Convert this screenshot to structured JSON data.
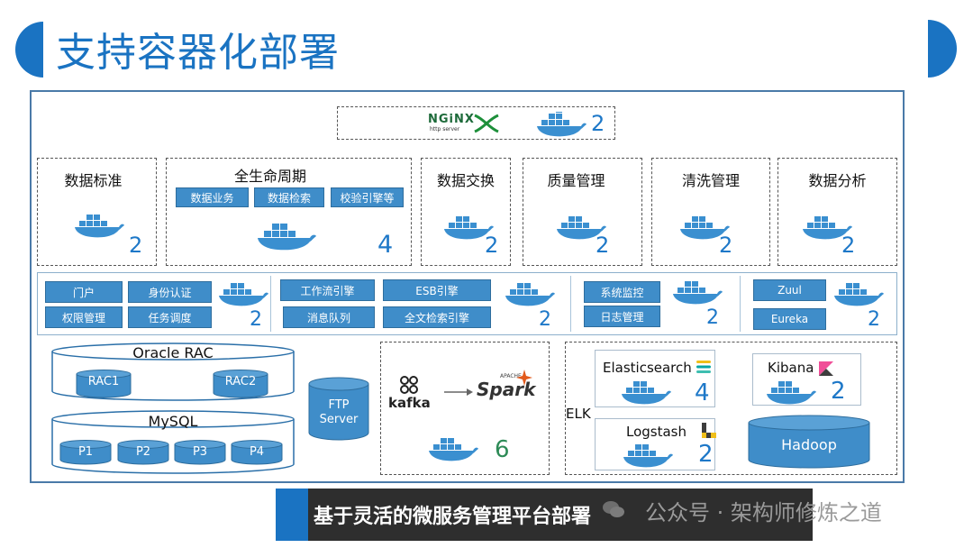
{
  "header": {
    "title": "支持容器化部署"
  },
  "nginx": {
    "logo_text": "NGiNX",
    "logo_sub": "http server",
    "count": "2"
  },
  "modules": [
    {
      "label": "数据标准",
      "count": "2"
    },
    {
      "label": "全生命周期",
      "count": "4",
      "tags": [
        "数据业务",
        "数据检索",
        "校验引擎等"
      ]
    },
    {
      "label": "数据交换",
      "count": "2"
    },
    {
      "label": "质量管理",
      "count": "2"
    },
    {
      "label": "清洗管理",
      "count": "2"
    },
    {
      "label": "数据分析",
      "count": "2"
    }
  ],
  "services": {
    "group1": {
      "items": [
        "门户",
        "身份认证",
        "权限管理",
        "任务调度"
      ],
      "count": "2"
    },
    "group2": {
      "items": [
        "工作流引擎",
        "ESB引擎",
        "消息队列",
        "全文检索引擎"
      ],
      "count": "2"
    },
    "group3": {
      "items": [
        "系统监控",
        "日志管理"
      ],
      "count": "2"
    },
    "group4": {
      "items": [
        "Zuul",
        "Eureka"
      ],
      "count": "2"
    }
  },
  "storage": {
    "oracle": {
      "label": "Oracle RAC",
      "nodes": [
        "RAC1",
        "RAC2"
      ]
    },
    "mysql": {
      "label": "MySQL",
      "nodes": [
        "P1",
        "P2",
        "P3",
        "P4"
      ]
    },
    "ftp": {
      "label_line1": "FTP",
      "label_line2": "Server"
    }
  },
  "streaming": {
    "kafka": "kafka",
    "spark": "Spark",
    "spark_small": "APACHE",
    "count": "6"
  },
  "elk": {
    "label": "ELK",
    "elasticsearch": {
      "label": "Elasticsearch",
      "count": "4"
    },
    "kibana": {
      "label": "Kibana",
      "count": "2"
    },
    "logstash": {
      "label": "Logstash",
      "count": "2"
    },
    "hadoop": {
      "label": "Hadoop"
    }
  },
  "caption": {
    "text": "基于灵活的微服务管理平台部署",
    "watermark": "公众号 · 架构师修炼之道"
  },
  "colors": {
    "accent": "#1a73c2",
    "docker": "#3a8fd0",
    "pill": "#3f8dc9",
    "caption_bg": "#2e2e2e"
  }
}
